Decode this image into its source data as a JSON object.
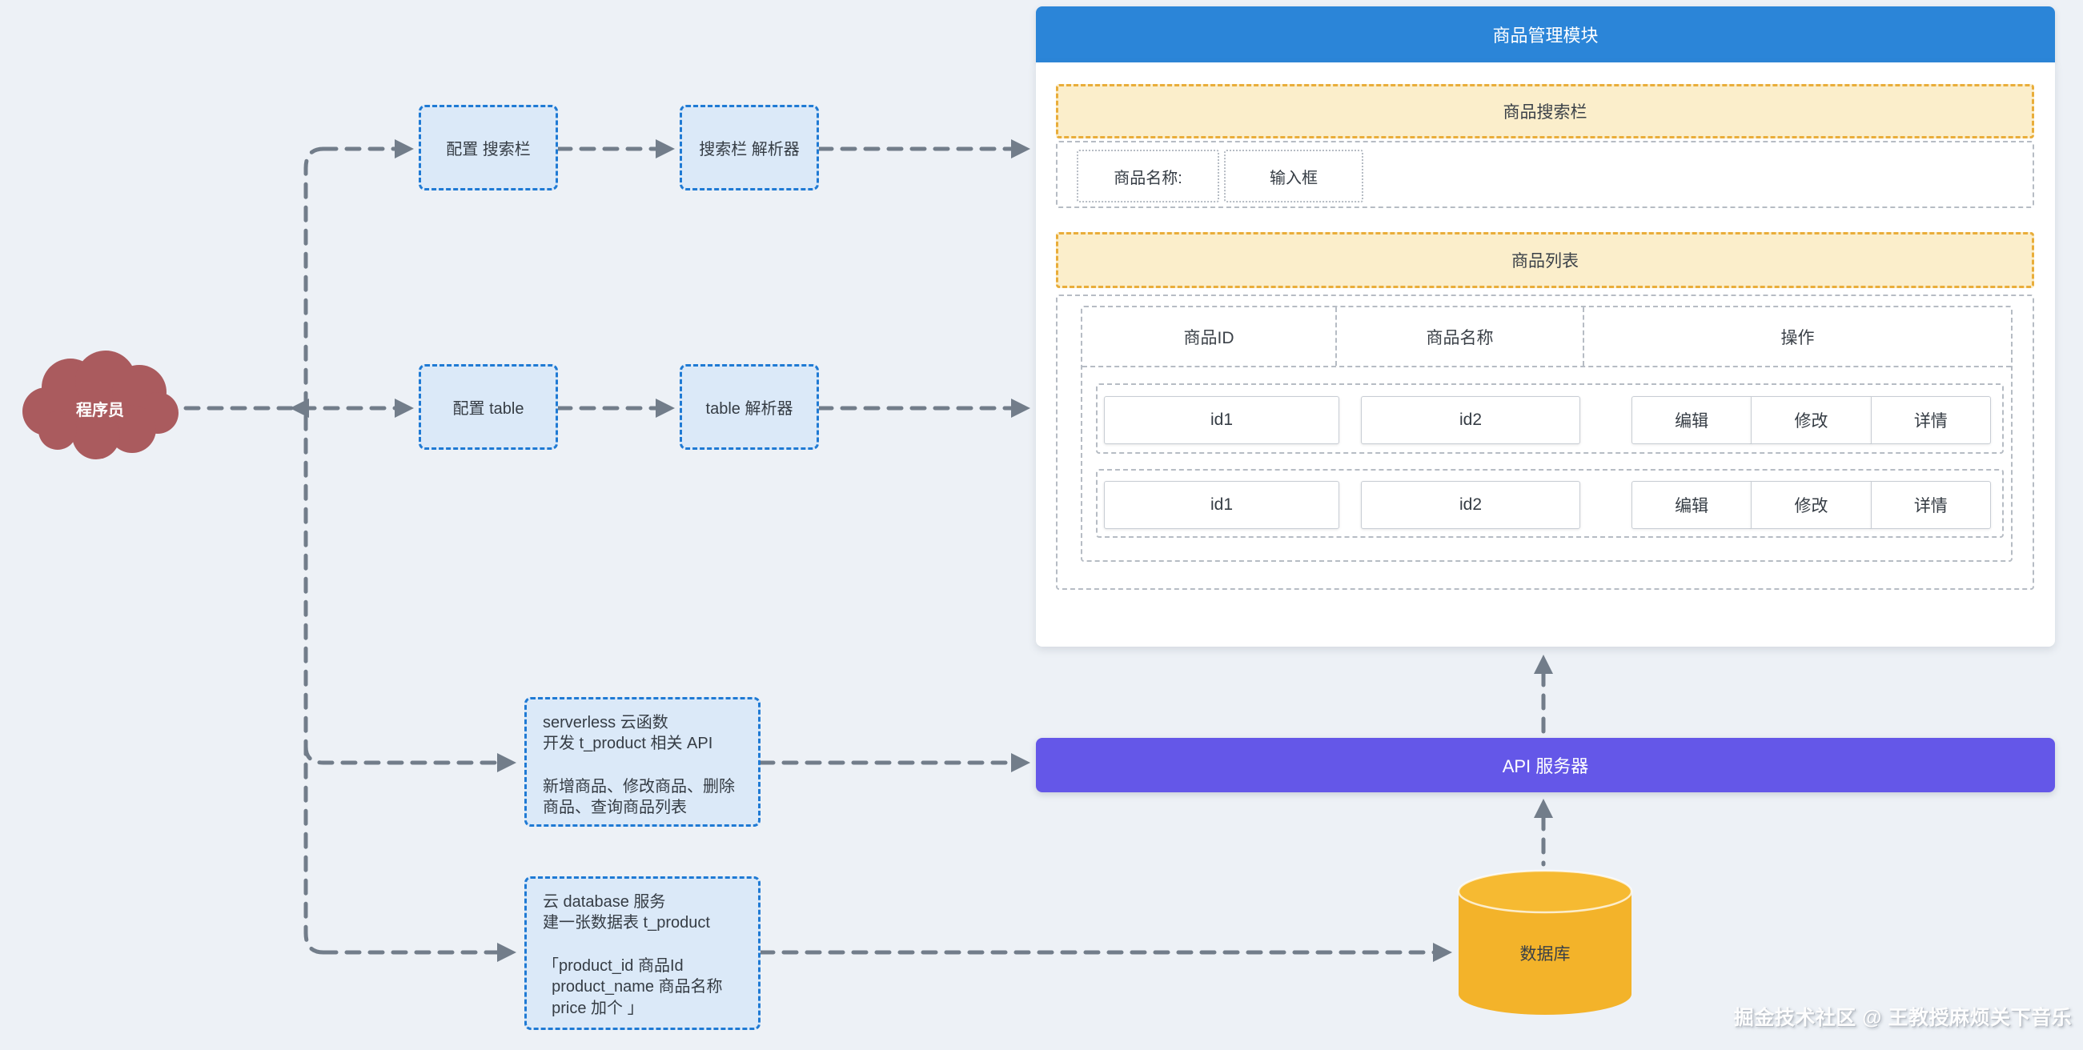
{
  "palette": {
    "background": "#edf1f6",
    "connector": "#727d8a",
    "node_fill": "#dbe9f8",
    "node_border": "#1f7ad4",
    "module_header_bg": "#2b85d8",
    "yellow_bar_bg": "#fbeecb",
    "yellow_bar_border": "#e9ad3a",
    "api_bar_bg": "#6457e8",
    "cloud_fill": "#aa5b5e",
    "cylinder_fill": "#f3b32a"
  },
  "cloud": {
    "label": "程序员"
  },
  "flow": {
    "config_search": "配置 搜索栏",
    "search_parser": "搜索栏 解析器",
    "config_table": "配置 table",
    "table_parser": "table 解析器"
  },
  "serverless_box": {
    "text1": "serverless 云函数\n开发 t_product 相关 API",
    "text2": "新增商品、修改商品、删除商品、查询商品列表"
  },
  "database_box": {
    "text1": "云 database 服务\n建一张数据表 t_product",
    "text2": "「product_id 商品Id\n  product_name 商品名称\n  price 加个 」"
  },
  "module": {
    "title": "商品管理模块",
    "search_bar": {
      "title": "商品搜索栏",
      "label": "商品名称:",
      "input": "输入框"
    },
    "list": {
      "title": "商品列表",
      "headers": [
        "商品ID",
        "商品名称",
        "操作"
      ],
      "rows": [
        {
          "c0": "id1",
          "c1": "id2",
          "a0": "编辑",
          "a1": "修改",
          "a2": "详情"
        },
        {
          "c0": "id1",
          "c1": "id2",
          "a0": "编辑",
          "a1": "修改",
          "a2": "详情"
        }
      ]
    }
  },
  "api_server": {
    "label": "API 服务器"
  },
  "database": {
    "label": "数据库"
  },
  "watermark": "掘金技术社区 @ 王教授麻烦关下音乐"
}
